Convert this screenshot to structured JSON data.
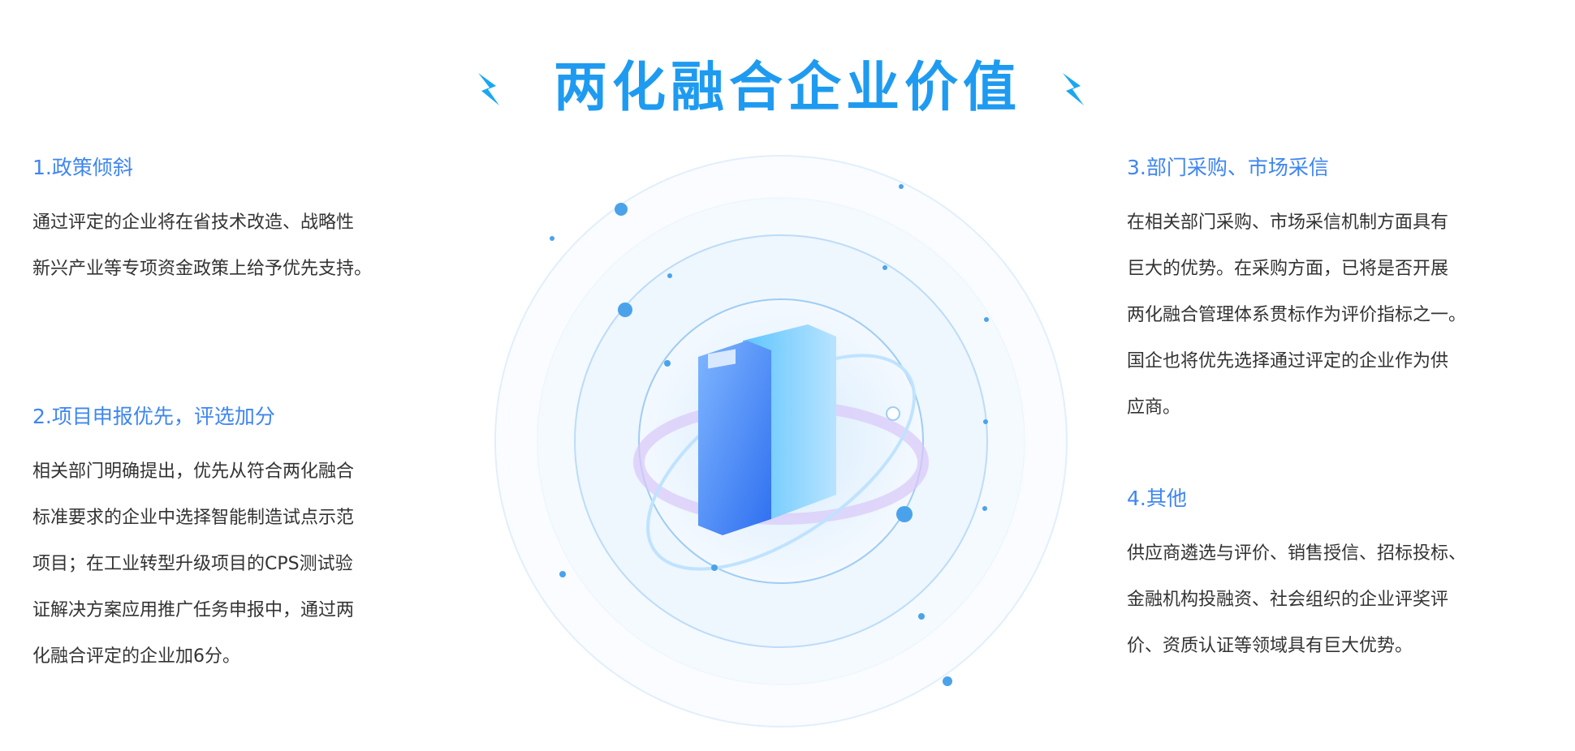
{
  "title": "两化融合企业价值",
  "sections": [
    {
      "heading": "1.政策倾斜",
      "lines": [
        "通过评定的企业将在省技术改造、战略性",
        "新兴产业等专项资金政策上给予优先支持。"
      ]
    },
    {
      "heading": "2.项目申报优先，评选加分",
      "lines": [
        "相关部门明确提出，优先从符合两化融合",
        "标准要求的企业中选择智能制造试点示范",
        "项目；在工业转型升级项目的CPS测试验",
        "证解决方案应用推广任务申报中，通过两",
        "化融合评定的企业加6分。"
      ]
    },
    {
      "heading": "3.部门采购、市场采信",
      "lines": [
        "在相关部门采购、市场采信机制方面具有",
        "巨大的优势。在采购方面，已将是否开展",
        "两化融合管理体系贯标作为评价指标之一。",
        "国企也将优先选择通过评定的企业作为供",
        "应商。"
      ]
    },
    {
      "heading": "4.其他",
      "lines": [
        "供应商遴选与评价、销售授信、招标投标、",
        "金融机构投融资、社会组织的企业评奖评",
        "价、资质认证等领域具有巨大优势。"
      ]
    }
  ],
  "colors": {
    "title": "#1e9bf0",
    "heading": "#3f86f0",
    "body": "#333333"
  }
}
